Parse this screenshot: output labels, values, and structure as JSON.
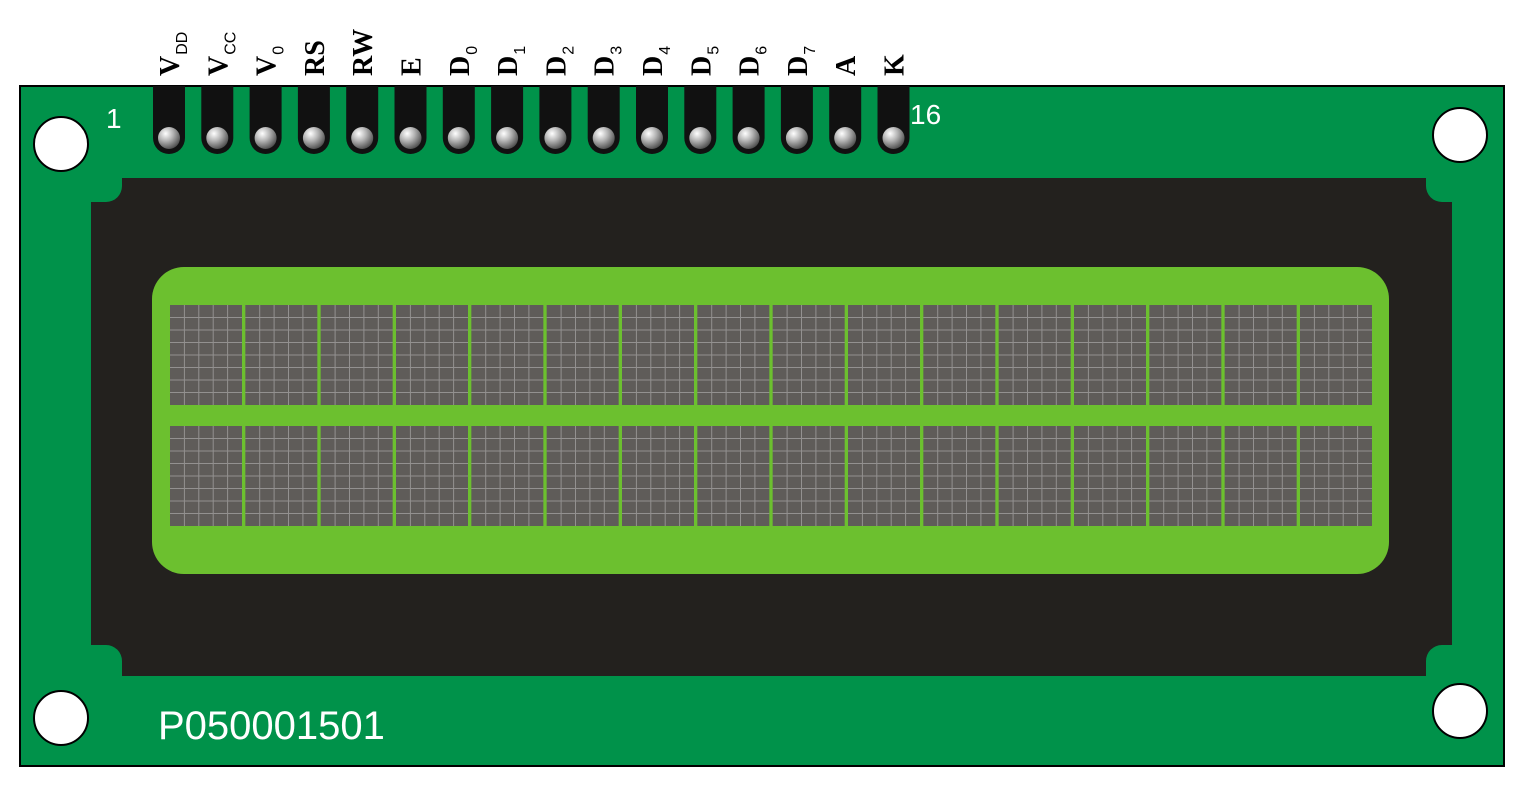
{
  "pins": [
    {
      "main": "V",
      "sub": "DD"
    },
    {
      "main": "V",
      "sub": "CC"
    },
    {
      "main": "V",
      "sub": "0"
    },
    {
      "main": "RS",
      "sub": ""
    },
    {
      "main": "RW",
      "sub": ""
    },
    {
      "main": "E",
      "sub": ""
    },
    {
      "main": "D",
      "sub": "0"
    },
    {
      "main": "D",
      "sub": "1"
    },
    {
      "main": "D",
      "sub": "2"
    },
    {
      "main": "D",
      "sub": "3"
    },
    {
      "main": "D",
      "sub": "4"
    },
    {
      "main": "D",
      "sub": "5"
    },
    {
      "main": "D",
      "sub": "6"
    },
    {
      "main": "D",
      "sub": "7"
    },
    {
      "main": "A",
      "sub": ""
    },
    {
      "main": "K",
      "sub": ""
    }
  ],
  "pin_first_number": "1",
  "pin_last_number": "16",
  "part_number": "P050001501",
  "display": {
    "rows": 2,
    "columns": 16,
    "char_dot_cols": 5,
    "char_dot_rows": 8
  },
  "colors": {
    "pcb": "#00924a",
    "bezel": "#23211e",
    "lcd_background": "#6cc02f",
    "char_cell": "#5f5c59",
    "pin_pad": "#111111",
    "outline": "#000000"
  }
}
